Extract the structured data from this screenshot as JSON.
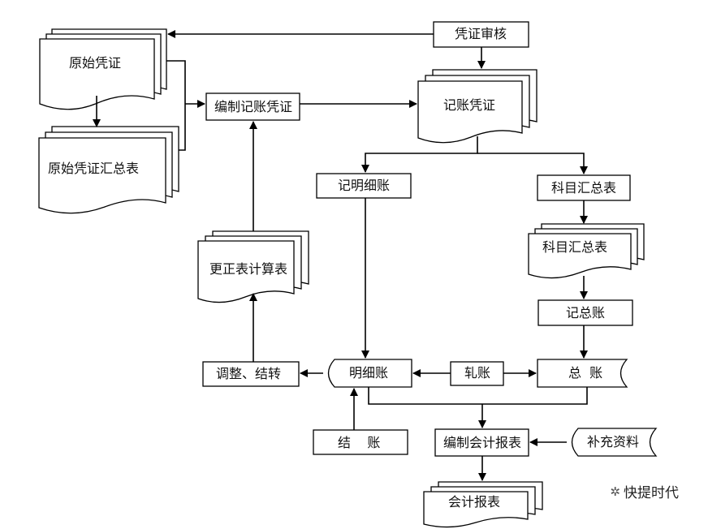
{
  "nodes": {
    "voucher_review": "凭证审核",
    "original_voucher": "原始凭证",
    "original_voucher_summary": "原始凭证汇总表",
    "prepare_voucher": "编制记账凭证",
    "accounting_voucher": "记账凭证",
    "record_subledger": "记明细账",
    "account_summary": "科目汇总表",
    "account_summary_doc": "科目汇总表",
    "record_general_ledger": "记总账",
    "correction_table": "更正表计算表",
    "adjust_transfer": "调整、结转",
    "subsidiary_ledger": "明细账",
    "reconcile": "轧账",
    "general_ledger": "总  账",
    "close_accounts": "结    账",
    "prepare_reports": "编制会计报表",
    "supplementary_data": "补充资料",
    "financial_reports": "会计报表"
  },
  "watermark": {
    "icon": "chat-bubble-icon",
    "text": "快提时代"
  },
  "colors": {
    "line": "#000000",
    "background": "#ffffff"
  }
}
